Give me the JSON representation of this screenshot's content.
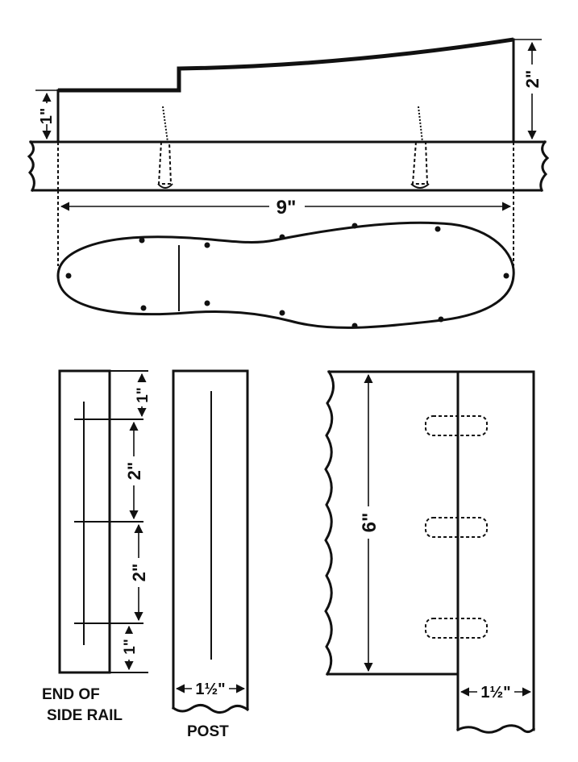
{
  "dimensions": {
    "top_height_left": "1\"",
    "top_height_right": "2\"",
    "length": "9\"",
    "rail_spacing_top": "1\"",
    "rail_spacing_mid1": "2\"",
    "rail_spacing_mid2": "2\"",
    "rail_spacing_bottom": "1\"",
    "post_width": "1½\"",
    "side_height": "6\"",
    "side_width": "1½\""
  },
  "captions": {
    "end_of_side_rail_line1": "END OF",
    "end_of_side_rail_line2": "SIDE RAIL",
    "post": "POST"
  }
}
